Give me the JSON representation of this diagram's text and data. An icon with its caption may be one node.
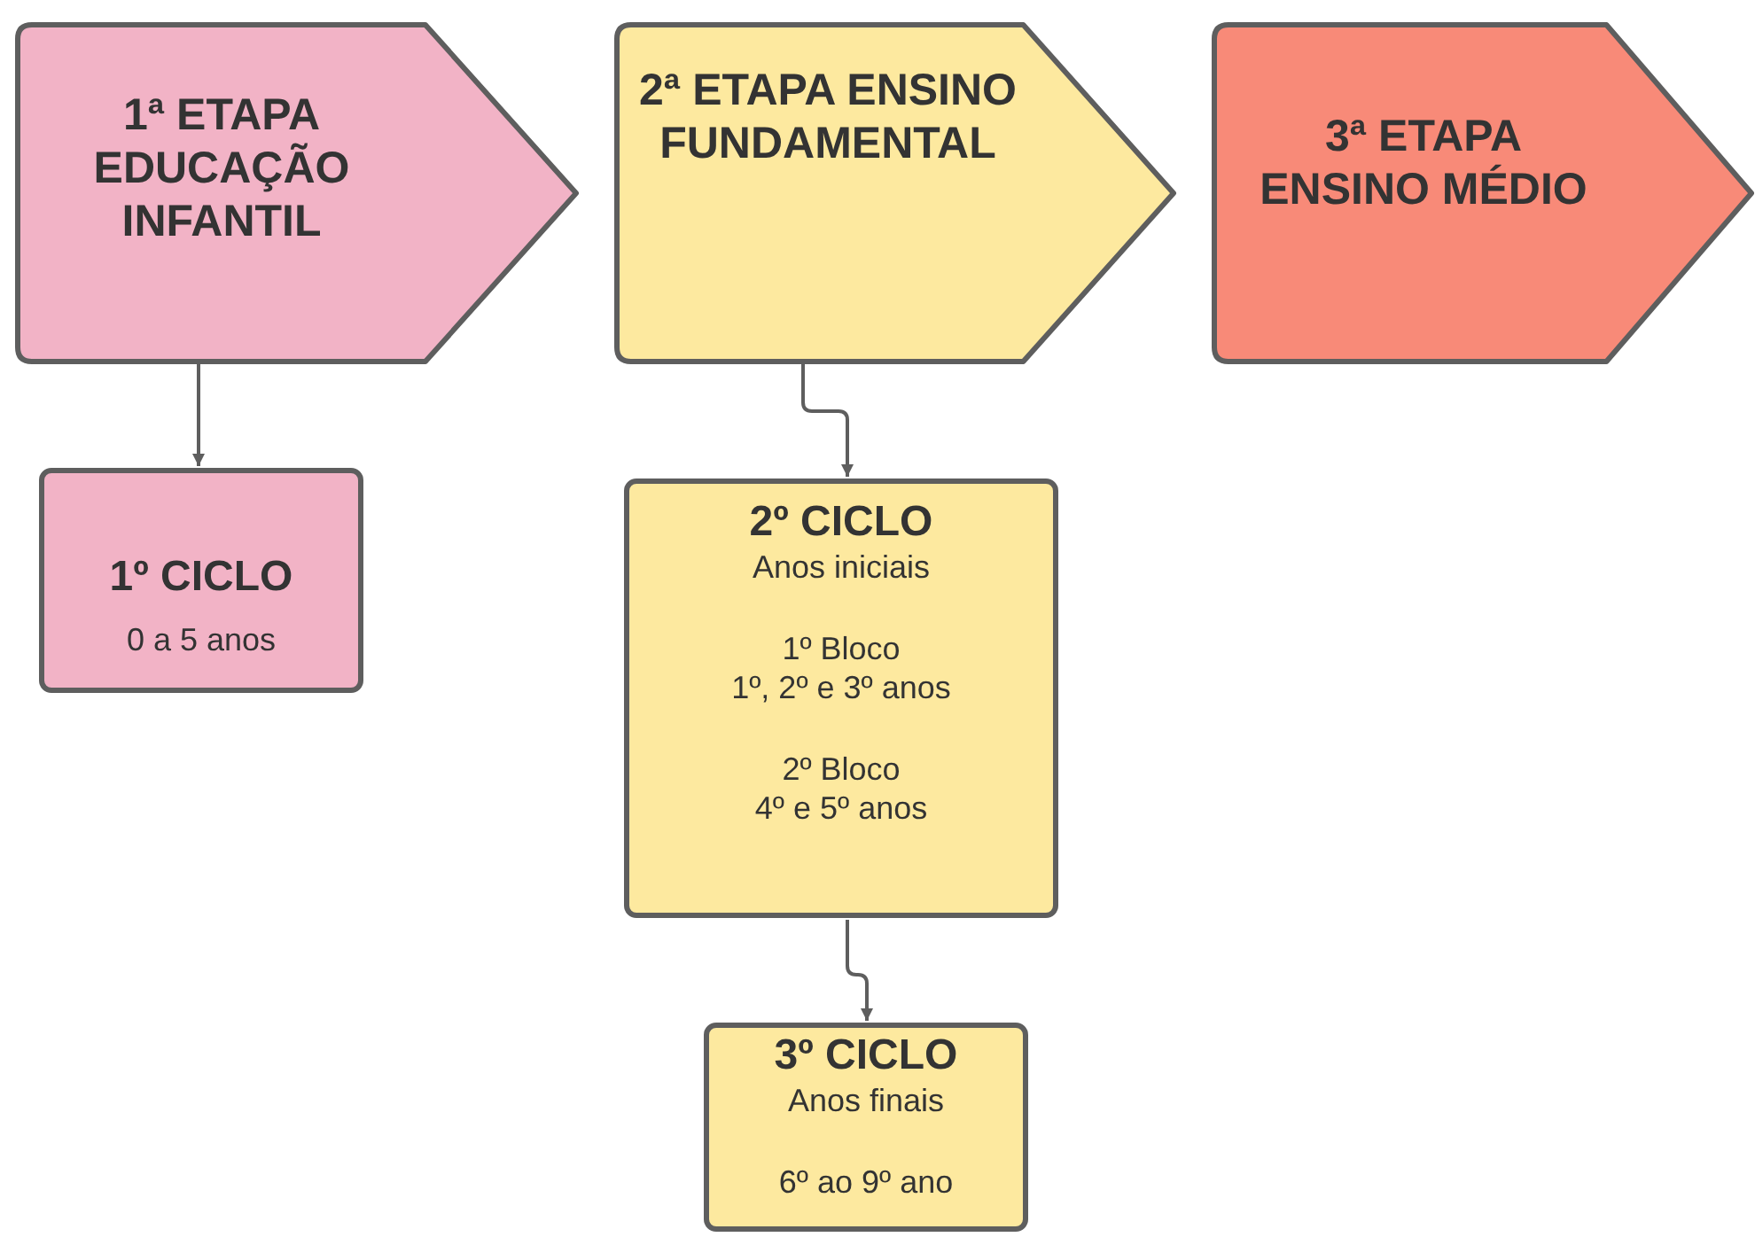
{
  "diagram": {
    "nodes": [
      {
        "text": [
          "1ª ETAPA EDUCAÇÃO INFANTIL"
        ]
      },
      {
        "text": [
          "2ª ETAPA ENSINO FUNDAMENTAL"
        ]
      },
      {
        "text": [
          "3ª ETAPA ENSINO MÉDIO"
        ]
      },
      {
        "text": [
          "1º CICLO",
          "0 a 5 anos"
        ]
      },
      {
        "text": [
          "2º CICLO",
          "Anos iniciais",
          "1º Bloco",
          "1º, 2º e 3º anos",
          "2º Bloco",
          "4º e 5º anos"
        ]
      },
      {
        "text": [
          "3º CICLO",
          "Anos finais",
          "6º ao 9º ano"
        ]
      }
    ],
    "edges": [
      {
        "from": 0,
        "to": 3,
        "arrow": "to"
      },
      {
        "from": 1,
        "to": 4,
        "arrow": "to"
      },
      {
        "from": 4,
        "to": 5,
        "arrow": "to"
      }
    ]
  }
}
